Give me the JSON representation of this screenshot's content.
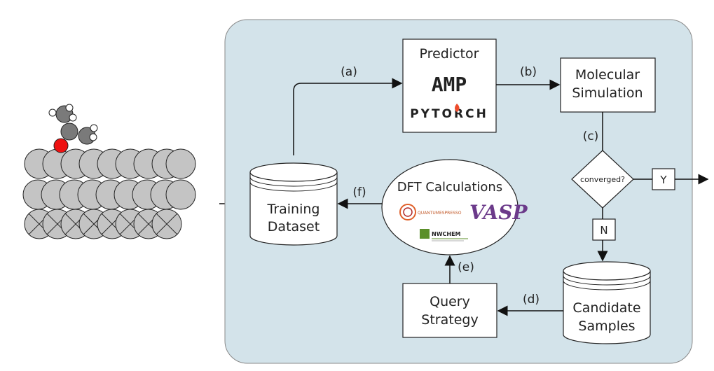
{
  "labels": {
    "predictor": "Predictor",
    "molecular_simulation_1": "Molecular",
    "molecular_simulation_2": "Simulation",
    "training_dataset_1": "Training",
    "training_dataset_2": "Dataset",
    "dft_calculations": "DFT Calculations",
    "converged": "converged?",
    "yes": "Y",
    "no": "N",
    "candidate_samples_1": "Candidate",
    "candidate_samples_2": "Samples",
    "query_strategy_1": "Query",
    "query_strategy_2": "Strategy"
  },
  "edges": {
    "a": "(a)",
    "b": "(b)",
    "c": "(c)",
    "d": "(d)",
    "e": "(e)",
    "f": "(f)"
  },
  "logos": {
    "amp": "AMP",
    "pytorch": "PYTORCH",
    "quantum_espresso": "QUANTUMESPRESSO",
    "vasp": "VASP",
    "nwchem": "NWCHEM"
  },
  "colors": {
    "panel": "#d3e3ea",
    "atom_gray": "#c4c4c4",
    "adsorbate_gray": "#7a7a7a",
    "oxygen_red": "#ee1111",
    "pytorch_orange": "#ee4c2c",
    "vasp_purple": "#6b3a8a",
    "nwchem_green": "#5b8f2a"
  }
}
